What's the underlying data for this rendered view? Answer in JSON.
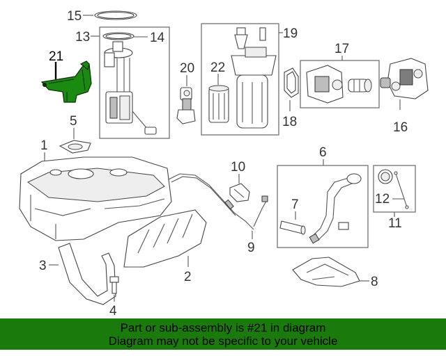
{
  "callouts": {
    "c1": "1",
    "c2": "2",
    "c3": "3",
    "c4": "4",
    "c5": "5",
    "c6": "6",
    "c7": "7",
    "c8": "8",
    "c9": "9",
    "c10": "10",
    "c11": "11",
    "c12": "12",
    "c13": "13",
    "c14": "14",
    "c15": "15",
    "c16": "16",
    "c17": "17",
    "c18": "18",
    "c19": "19",
    "c20": "20",
    "c21": "21",
    "c22": "22"
  },
  "highlight": {
    "part": "21",
    "color": "#1b8a10"
  },
  "banner": {
    "line1": "Part or sub-assembly is #21 in diagram",
    "line2": "Diagram may not be specific to your vehicle",
    "background": "#1a7b0c"
  }
}
